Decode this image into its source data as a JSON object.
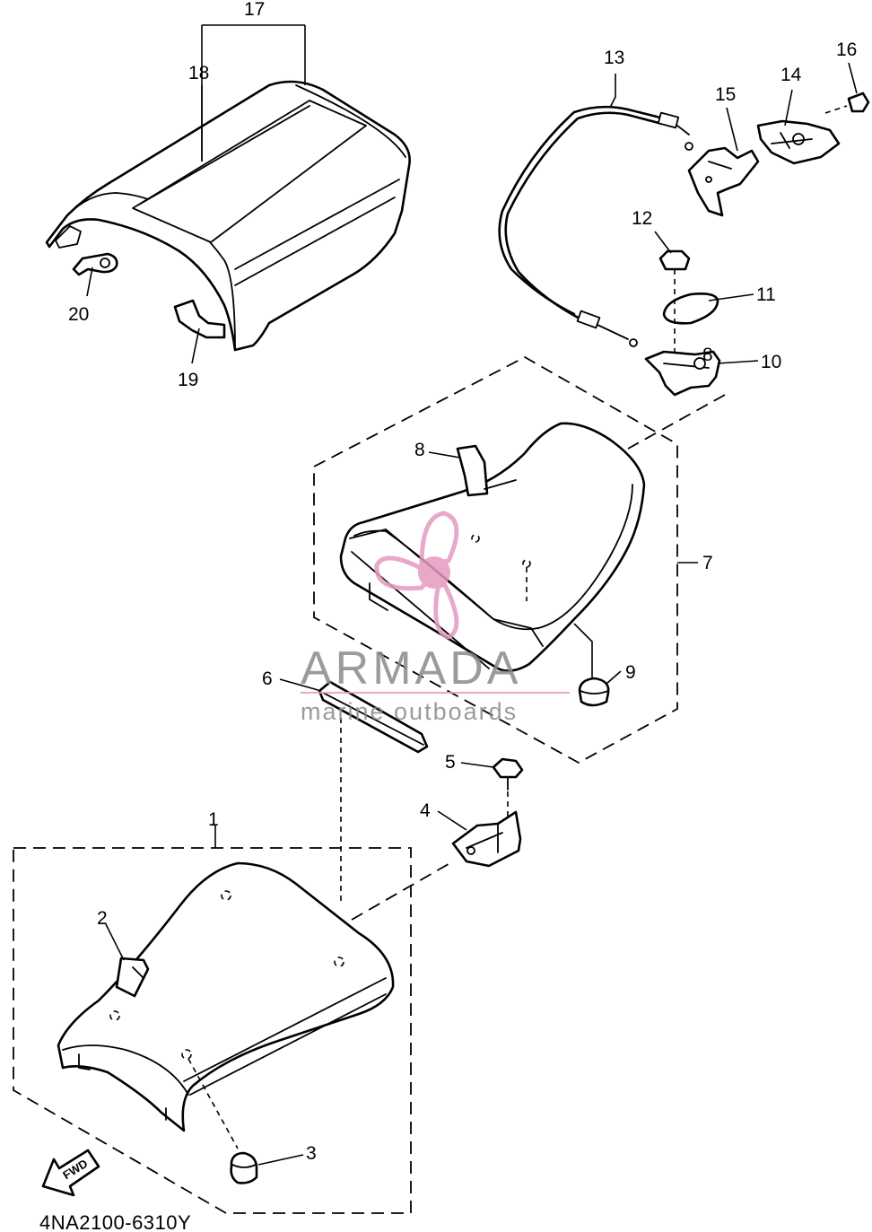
{
  "callouts": {
    "c1": "1",
    "c2": "2",
    "c3": "3",
    "c4": "4",
    "c5": "5",
    "c6": "6",
    "c7": "7",
    "c8a": "8",
    "c8b": "8",
    "c9": "9",
    "c10": "10",
    "c11": "11",
    "c12": "12",
    "c13": "13",
    "c14": "14",
    "c15": "15",
    "c16": "16",
    "c17": "17",
    "c18": "18",
    "c19": "19",
    "c20": "20"
  },
  "diagram_code": "4NA2100-6310Y",
  "fwd_label": "FWD",
  "watermark": {
    "title": "ARMADA",
    "subtitle": "marine outboards",
    "logo_color": "#e49ac0",
    "text_color": "#8a8a8a"
  }
}
